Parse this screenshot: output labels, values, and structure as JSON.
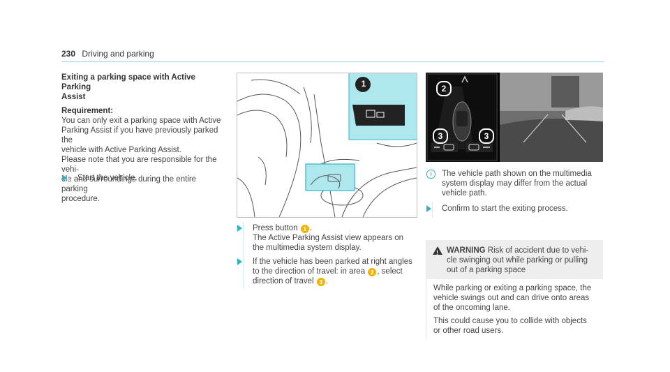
{
  "header": {
    "page_number": "230",
    "section": "Driving and parking"
  },
  "col1": {
    "title_line1": "Exiting a parking space with Active Parking",
    "title_line2": "Assist",
    "req_heading": "Requirement:",
    "req_lines": [
      "You can only exit a parking space with Active",
      "Parking Assist if you have previously parked the",
      "vehicle with Active Parking Assist."
    ],
    "note_lines": [
      "Please note that you are responsible for the vehi-",
      "cle and surroundings during the entire parking",
      "procedure."
    ],
    "step": "Start the vehicle."
  },
  "col2": {
    "figure_callout": "1",
    "step1_a": "Press button",
    "step1_badge": "1",
    "step1_b": ".",
    "step1_lines": [
      "The Active Parking Assist view appears on",
      "the multimedia system display."
    ],
    "step2_line1": "If the vehicle has been parked at right angles",
    "step2_line2a": "to the direction of travel: in area",
    "step2_badge_a": "2",
    "step2_line2b": ", select",
    "step2_line3a": "direction of travel",
    "step2_badge_b": "3",
    "step2_line3b": "."
  },
  "col3": {
    "callouts": {
      "c2": "2",
      "c3a": "3",
      "c3b": "3"
    },
    "info_lines": [
      "The vehicle path shown on the multimedia",
      "system display may differ from the actual",
      "vehicle path."
    ],
    "step": "Confirm to start the exiting process.",
    "warning": {
      "label": "WARNING",
      "head_first": "Risk of accident due to vehi-",
      "head_lines": [
        "cle swinging out while parking or pulling",
        "out of a parking space"
      ],
      "body1": [
        "While parking or exiting a parking space, the",
        "vehicle swings out and can drive onto areas",
        "of the oncoming lane."
      ],
      "body2": [
        "This could cause you to collide with objects",
        "or other road users."
      ]
    }
  },
  "colors": {
    "accent": "#2fb3c4",
    "badge": "#f0b400",
    "highlight": "#aee8ee"
  }
}
